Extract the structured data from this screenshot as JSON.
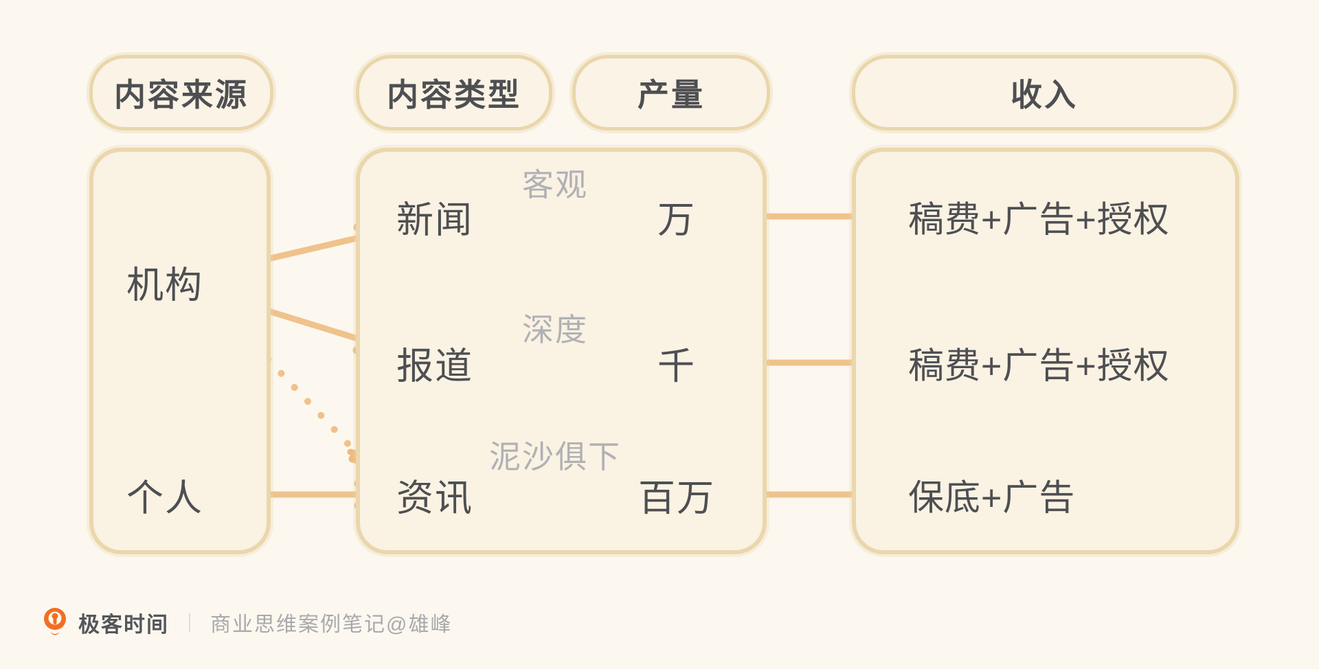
{
  "columns": [
    {
      "id": "source",
      "label": "内容来源"
    },
    {
      "id": "type",
      "label": "内容类型"
    },
    {
      "id": "volume",
      "label": "产量"
    },
    {
      "id": "income",
      "label": "收入"
    }
  ],
  "sources": [
    {
      "label": "机构"
    },
    {
      "label": "个人"
    }
  ],
  "rows": [
    {
      "type": "新闻",
      "trait": "客观",
      "volume": "万",
      "income": "稿费+广告+授权"
    },
    {
      "type": "报道",
      "trait": "深度",
      "volume": "千",
      "income": "稿费+广告+授权"
    },
    {
      "type": "资讯",
      "trait": "泥沙俱下",
      "volume": "百万",
      "income": "保底+广告"
    }
  ],
  "connections": [
    {
      "from": "机构",
      "to": "新闻",
      "style": "solid"
    },
    {
      "from": "机构",
      "to": "报道",
      "style": "solid"
    },
    {
      "from": "机构",
      "to": "资讯",
      "style": "dotted"
    },
    {
      "from": "个人",
      "to": "资讯",
      "style": "solid"
    },
    {
      "from": "新闻",
      "to": "万",
      "style": "solid"
    },
    {
      "from": "报道",
      "to": "千",
      "style": "solid"
    },
    {
      "from": "资讯",
      "to": "百万",
      "style": "solid"
    },
    {
      "from": "万",
      "to": "稿费+广告+授权",
      "style": "solid"
    },
    {
      "from": "千",
      "to": "稿费+广告+授权",
      "style": "solid"
    },
    {
      "from": "百万",
      "to": "保底+广告",
      "style": "solid"
    }
  ],
  "footer": {
    "brand": "极客时间",
    "divider": "｜",
    "caption": "商业思维案例笔记@雄峰"
  },
  "colors": {
    "background": "#FCF8F0",
    "panel_fill": "#FAF2E3",
    "panel_border": "#EBD7AD",
    "arrow": "#F0C28C",
    "arrow_head": "#EDBB7E",
    "text_dark": "#4E4F52",
    "text_gray": "#B0B1B4",
    "logo_orange": "#F26F21"
  }
}
